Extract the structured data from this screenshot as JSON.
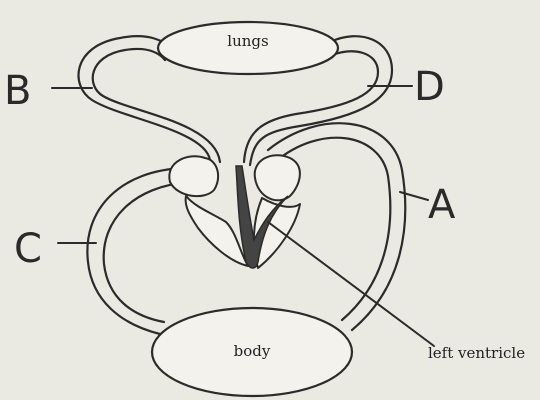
{
  "organs": {
    "lungs": "lungs",
    "body": "body"
  },
  "vessel_labels": {
    "a": "A",
    "b": "B",
    "c": "C",
    "d": "D"
  },
  "ventricle_label": "left ventricle"
}
